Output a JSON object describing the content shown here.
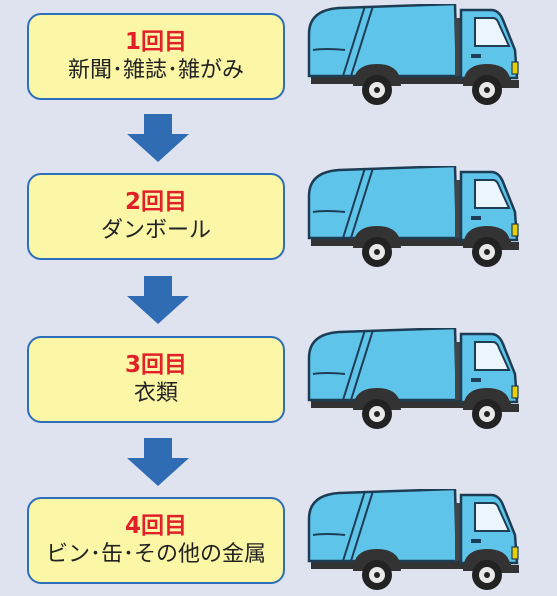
{
  "steps": [
    {
      "title": "1回目",
      "desc": "新聞･雑誌･雑がみ"
    },
    {
      "title": "2回目",
      "desc": "ダンボール"
    },
    {
      "title": "3回目",
      "desc": "衣類"
    },
    {
      "title": "4回目",
      "desc": "ビン･缶･その他の金属"
    }
  ],
  "colors": {
    "background": "#dfe2ef",
    "box_fill": "#fbf7a6",
    "box_border": "#2d6fbb",
    "title_red": "#e2202a",
    "arrow_blue": "#2f6cb4",
    "truck_body": "#5fc4ea"
  },
  "icons": [
    "down-arrow-icon",
    "garbage-truck-icon"
  ]
}
